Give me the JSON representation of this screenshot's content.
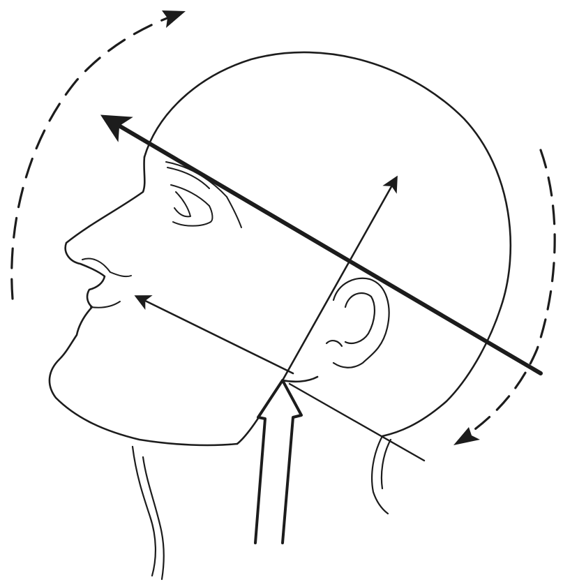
{
  "figure": {
    "subject": "head-profile-line-drawing",
    "colors": {
      "background": "#ffffff",
      "ink": "#1c1c1c",
      "ink_light": "#3a3a3a"
    },
    "arrows": [
      {
        "name": "main-axis-arrow",
        "weight": "heavy",
        "direction": "toward-face"
      },
      {
        "name": "lower-axis-arrow",
        "weight": "thin",
        "direction": "toward-face"
      },
      {
        "name": "vertical-thrust-arrow",
        "weight": "thin",
        "direction": "up-and-back"
      },
      {
        "name": "upward-force-arrow",
        "weight": "outlined",
        "direction": "up"
      },
      {
        "name": "front-rotation-arrow",
        "weight": "dashed",
        "direction": "up"
      },
      {
        "name": "back-rotation-arrow",
        "weight": "dashed",
        "direction": "down"
      }
    ]
  }
}
